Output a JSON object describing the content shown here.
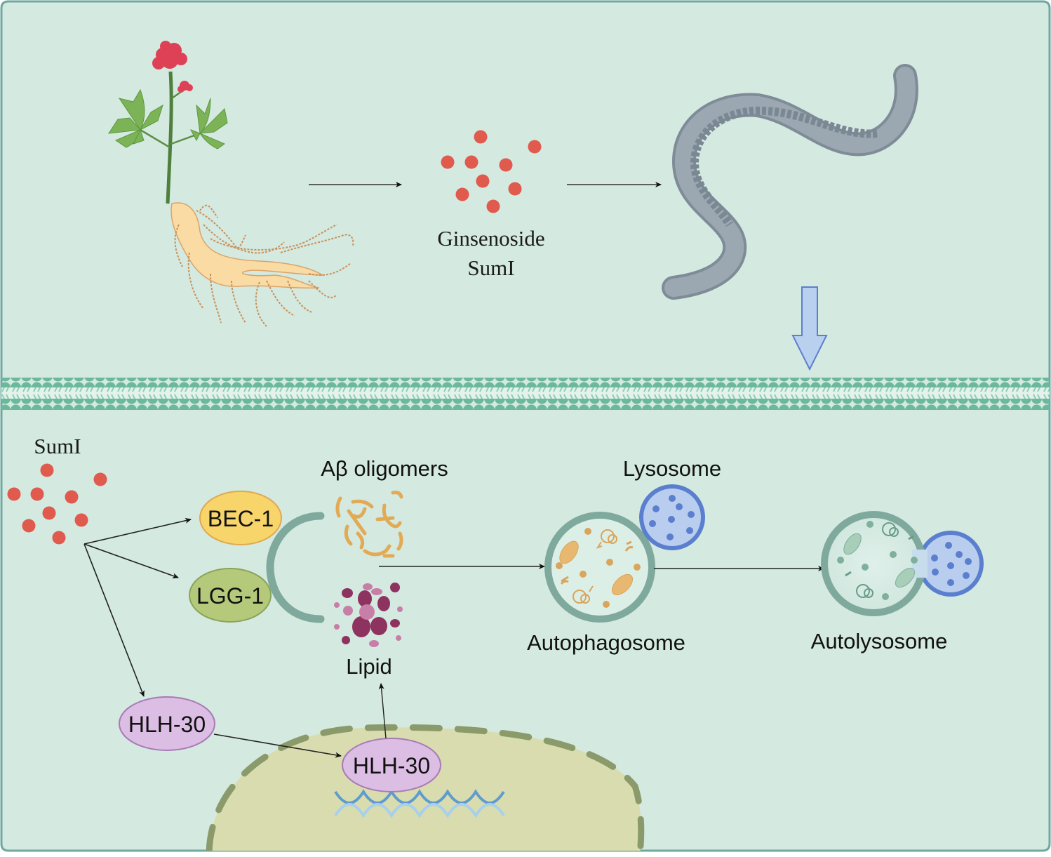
{
  "figure": {
    "top_panel": {
      "ginsenoside_label_line1": "Ginsenoside",
      "ginsenoside_label_line2": "SumI"
    },
    "bottom_panel": {
      "sumi_label": "SumI",
      "bec1_label": "BEC-1",
      "lgg1_label": "LGG-1",
      "hlh30_cytoplasm_label": "HLH-30",
      "hlh30_nucleus_label": "HLH-30",
      "abeta_label": "Aβ oligomers",
      "lipid_label": "Lipid",
      "lysosome_label": "Lysosome",
      "autophagosome_label": "Autophagosome",
      "autolysosome_label": "Autolysosome"
    },
    "icons": {
      "plant": "ginseng-plant-icon",
      "worm": "c-elegans-worm-icon",
      "dna": "dna-helix-icon"
    },
    "colors": {
      "background": "#d4e9e0",
      "frame": "#6fa8a0",
      "membrane": "#6cb89c",
      "molecule": "#e05a4e",
      "bec1_fill": "#f7d56a",
      "lgg1_fill": "#b5c97a",
      "hlh30_fill": "#dcbde3",
      "nucleus_fill": "#d8dcae",
      "nucleus_border": "#8a9a6a",
      "phagophore": "#7fa99c",
      "lysosome_fill": "#b9cdee",
      "lysosome_border": "#5b7fcf",
      "abeta": "#e3aa55",
      "lipid_dark": "#8e3360",
      "lipid_light": "#c77fa8",
      "worm": "#8e9ba5",
      "arrow_blue": "#b9d0ef"
    }
  }
}
